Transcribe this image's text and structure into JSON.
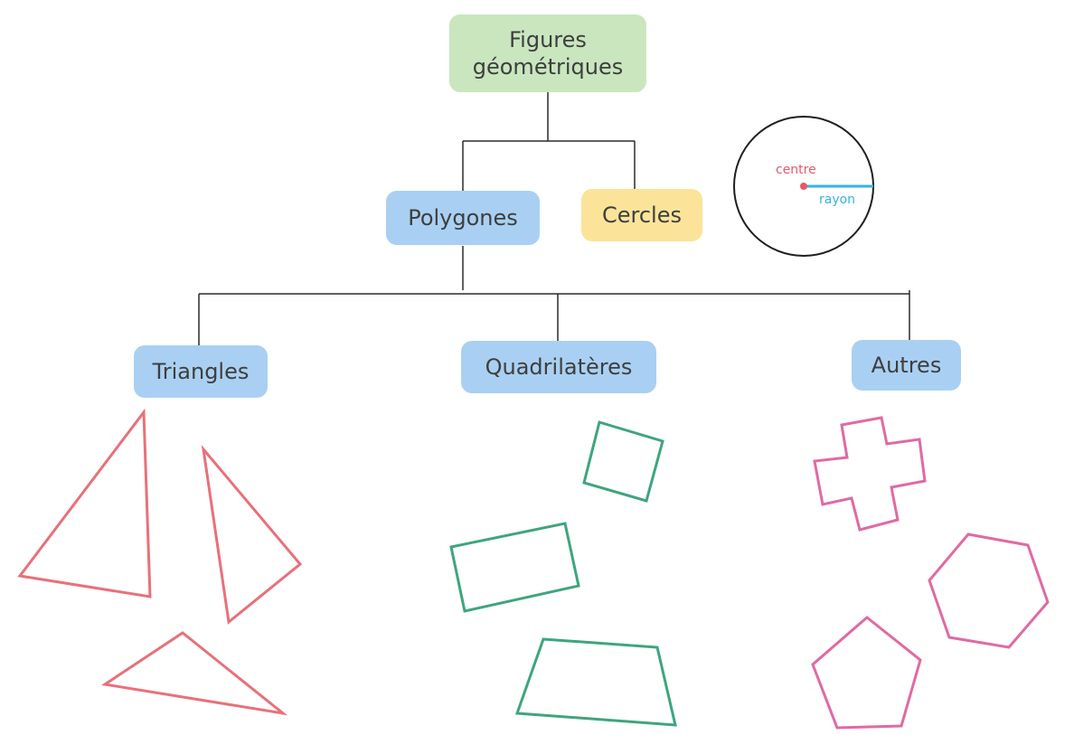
{
  "diagram": {
    "root": {
      "line1": "Figures",
      "line2": "géométriques"
    },
    "polygones": "Polygones",
    "cercles": "Cercles",
    "triangles": "Triangles",
    "quadrilateres": "Quadrilatères",
    "autres": "Autres",
    "circle": {
      "centre": "centre",
      "rayon": "rayon"
    }
  },
  "colors": {
    "root_bg": "#c9e6bf",
    "polygon_bg": "#a9d0f2",
    "circle_bg": "#fbe49a",
    "triangle_stroke": "#e8707a",
    "quad_stroke": "#3ea57d",
    "other_stroke": "#e06aa3",
    "centre_color": "#e8586a",
    "rayon_color": "#35b3e6"
  }
}
